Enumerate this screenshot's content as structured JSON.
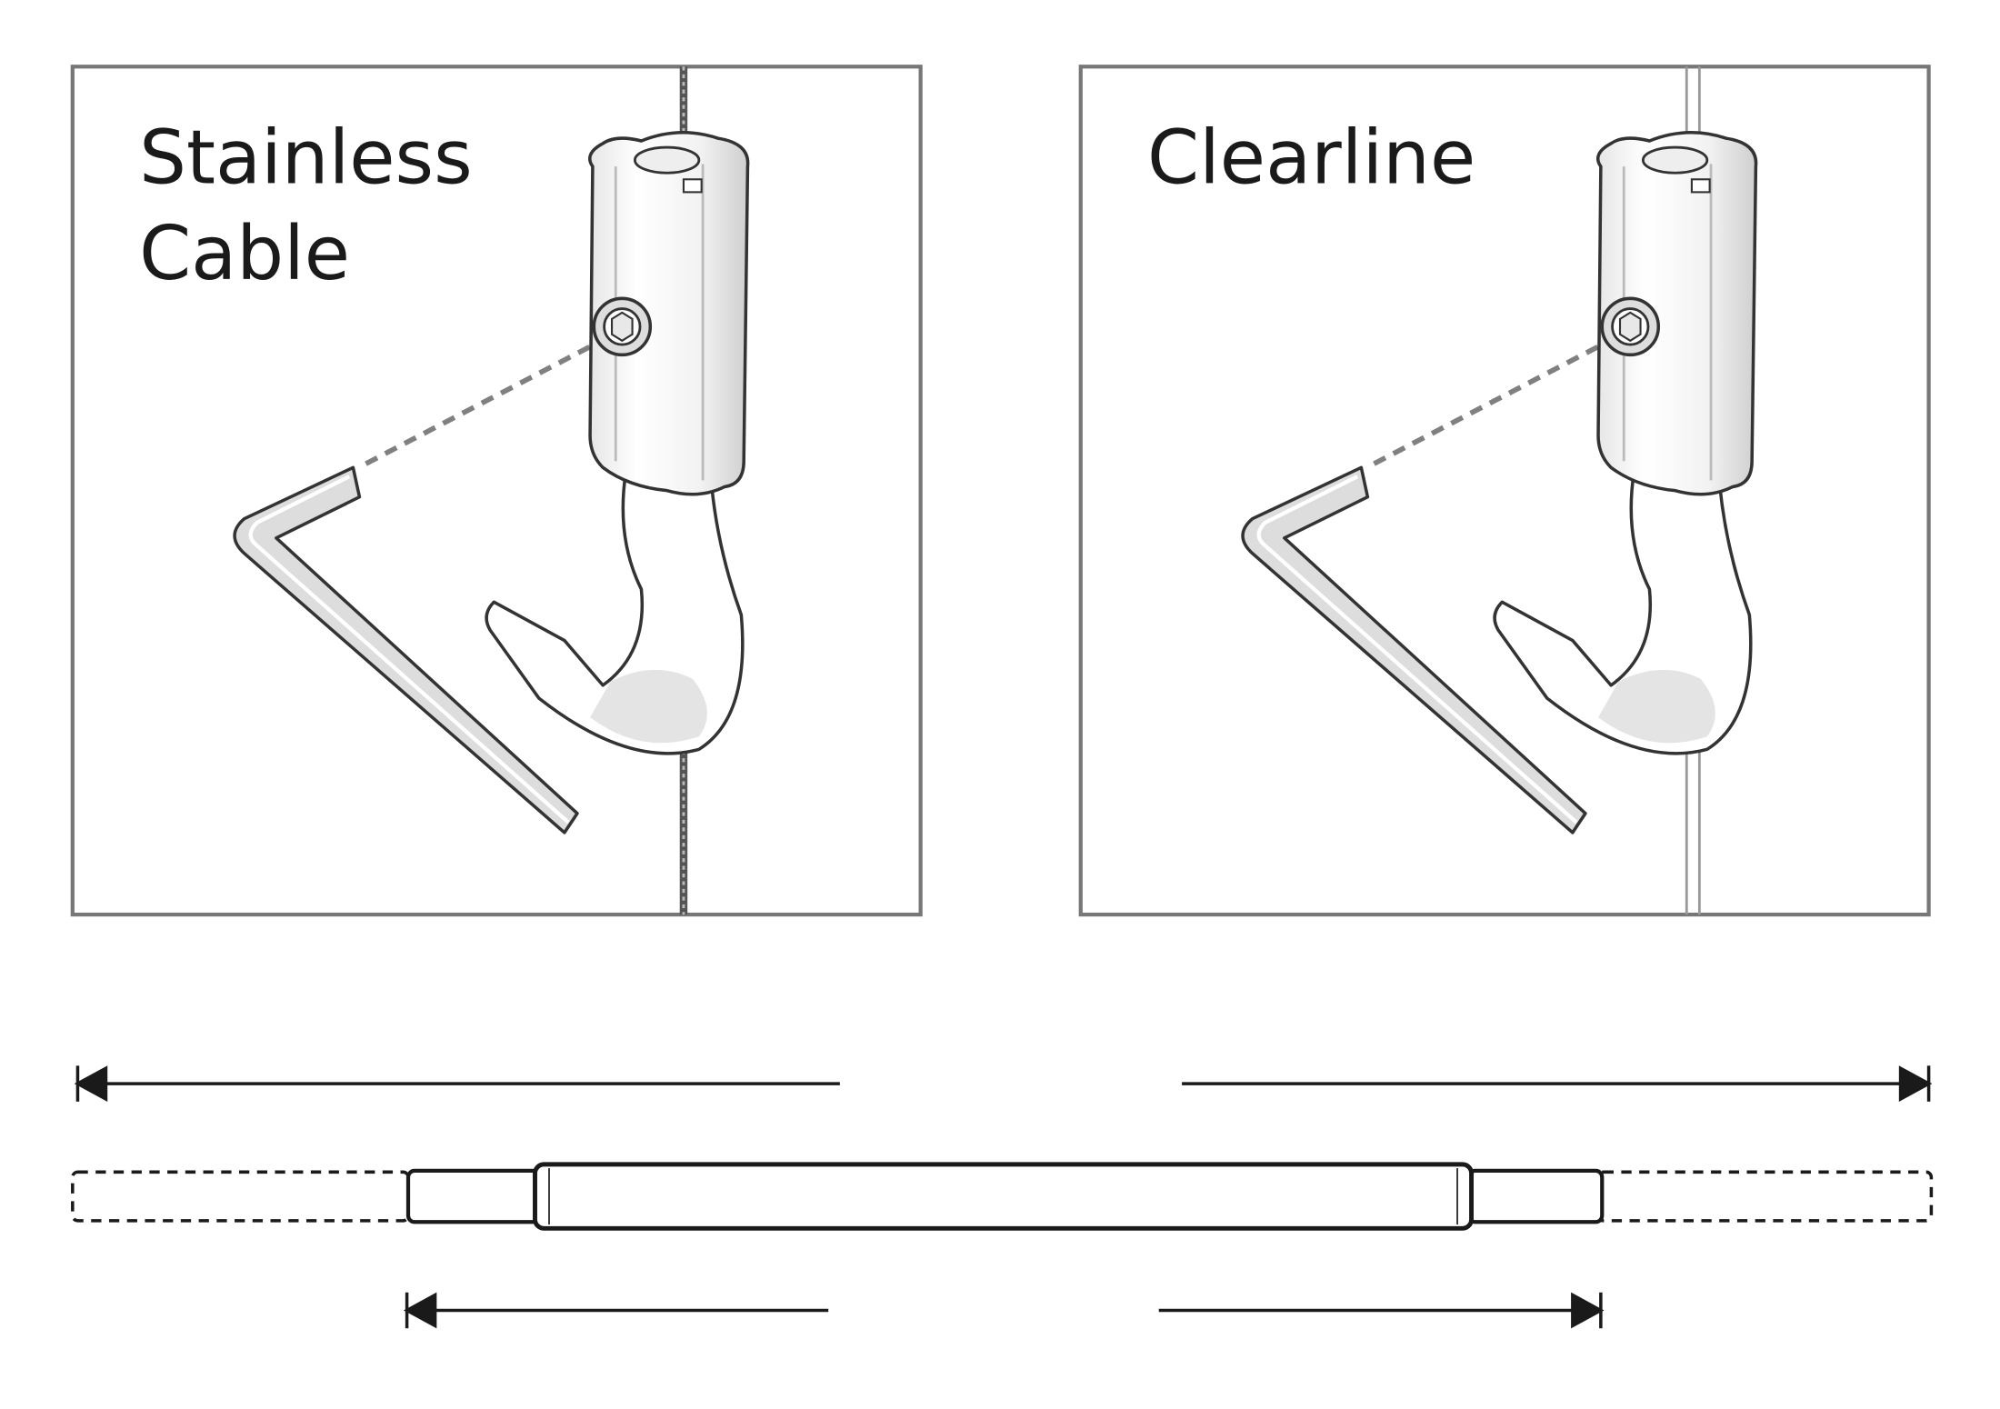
{
  "panels": [
    {
      "title_lines": [
        "Stainless",
        "Cable"
      ],
      "wire_type": "stainless-cable"
    },
    {
      "title_lines": [
        "Clearline"
      ],
      "wire_type": "clear-nylon-line"
    }
  ],
  "colors": {
    "frame": "#777777",
    "ink": "#1a1a1a",
    "metal": "#d8d8d8",
    "dashed": "#808080"
  }
}
